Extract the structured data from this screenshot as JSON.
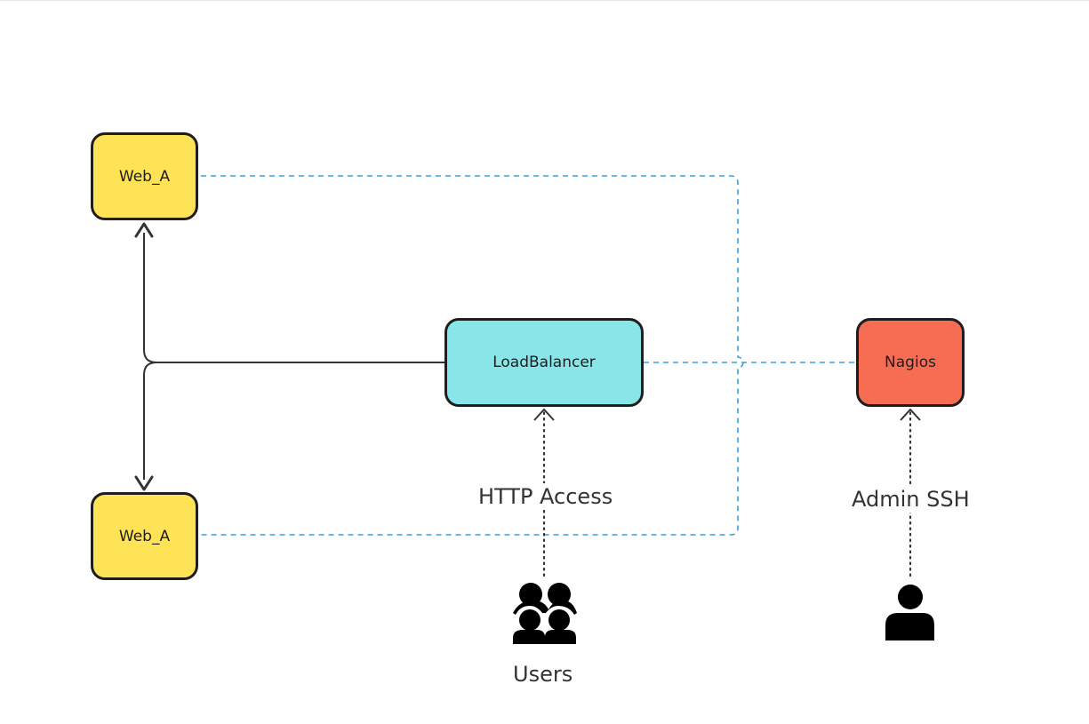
{
  "colors": {
    "web_fill": "#ffe356",
    "lb_fill": "#88e6e8",
    "nagios_fill": "#f76d53",
    "monitor_line": "#3a9fe0",
    "solid_line": "#333333",
    "text": "#1e1e1e"
  },
  "nodes": {
    "web_top": {
      "label": "Web_A"
    },
    "web_bottom": {
      "label": "Web_A"
    },
    "load_balancer": {
      "label": "LoadBalancer"
    },
    "nagios": {
      "label": "Nagios"
    }
  },
  "edges": {
    "http_access": {
      "label": "HTTP Access"
    },
    "admin_ssh": {
      "label": "Admin SSH"
    }
  },
  "actors": {
    "users": {
      "label": "Users",
      "icon": "users-group-icon"
    },
    "admin": {
      "icon": "person-icon"
    }
  }
}
